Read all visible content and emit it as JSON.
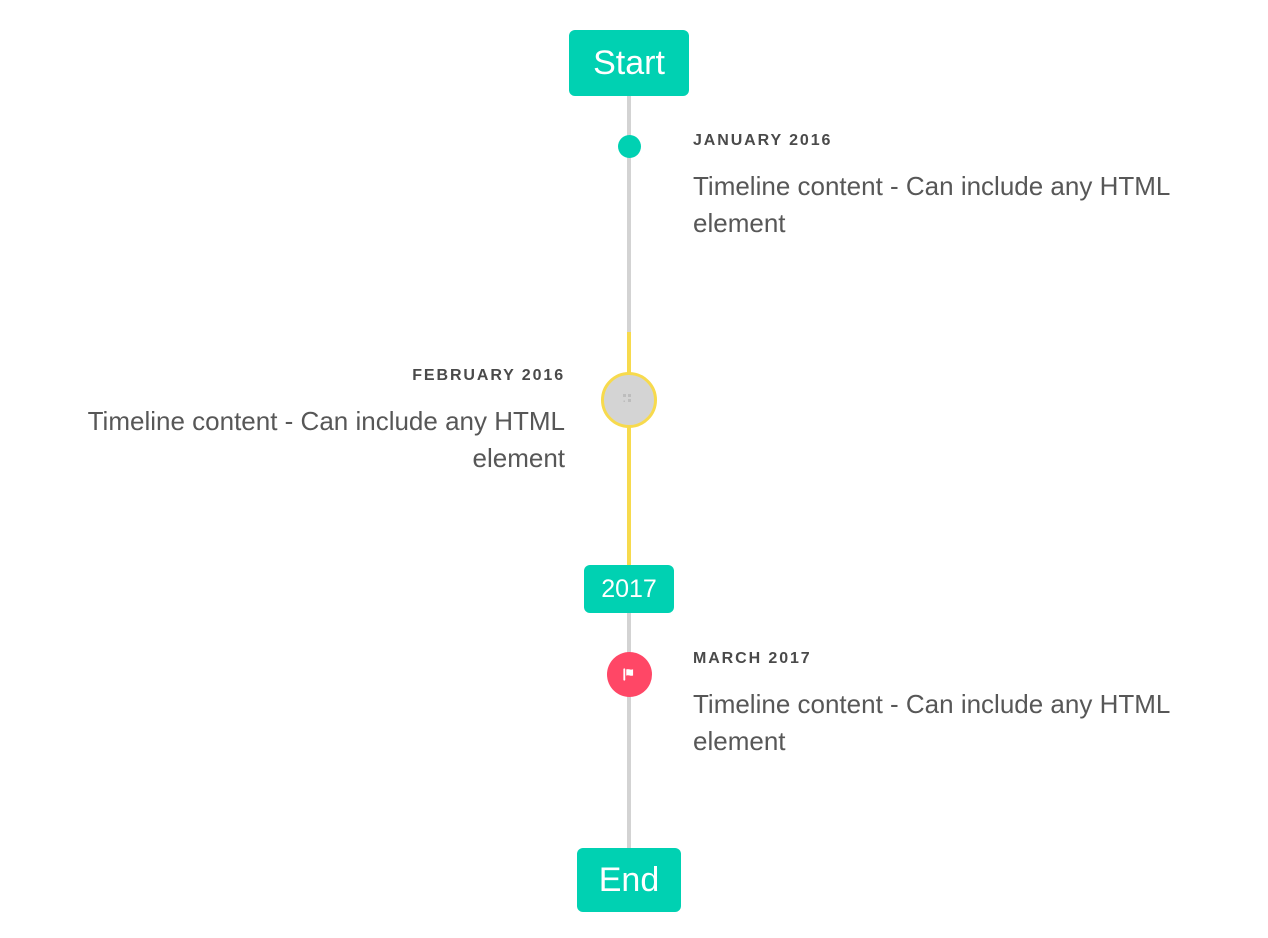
{
  "timeline": {
    "start_label": "Start",
    "mid_label": "2017",
    "end_label": "End",
    "colors": {
      "accent_teal": "#00d1b2",
      "accent_yellow": "#f7da4d",
      "accent_pink": "#ff4766",
      "rail_gray": "#d3d3d3",
      "marker_gray": "#d4d4d4",
      "date_text": "#4a4a4a",
      "body_text": "#575757",
      "background": "#ffffff"
    },
    "entries": [
      {
        "date": "JANUARY 2016",
        "body": "Timeline content - Can include any HTML element",
        "side": "right",
        "marker": "dot-icon"
      },
      {
        "date": "FEBRUARY 2016",
        "body": "Timeline content - Can include any HTML element",
        "side": "left",
        "marker": "broken-image-icon"
      },
      {
        "date": "MARCH 2017",
        "body": "Timeline content - Can include any HTML element",
        "side": "right",
        "marker": "flag-icon"
      }
    ]
  }
}
